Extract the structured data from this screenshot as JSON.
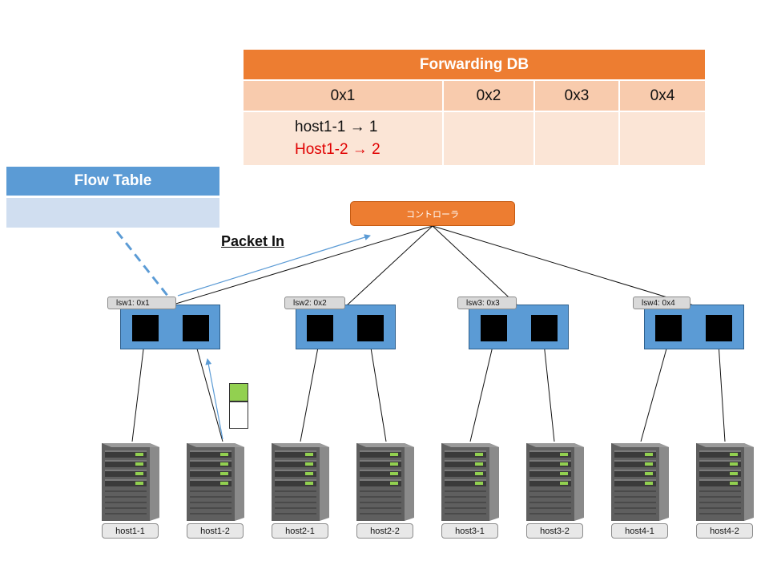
{
  "forwarding_db": {
    "title": "Forwarding DB",
    "columns": [
      "0x1",
      "0x2",
      "0x3",
      "0x4"
    ],
    "entries_0x1": [
      {
        "text": "host1-1 → 1",
        "color": "#111111"
      },
      {
        "text": "Host1-2 → 2",
        "color": "#E00000"
      }
    ]
  },
  "flow_table": {
    "title": "Flow Table"
  },
  "controller": {
    "label": "コントローラ"
  },
  "packet_in_label": "Packet In",
  "switches": [
    {
      "label": "lsw1: 0x1"
    },
    {
      "label": "lsw2: 0x2"
    },
    {
      "label": "lsw3: 0x3"
    },
    {
      "label": "lsw4: 0x4"
    }
  ],
  "hosts": [
    {
      "label": "host1-1"
    },
    {
      "label": "host1-2"
    },
    {
      "label": "host2-1"
    },
    {
      "label": "host2-2"
    },
    {
      "label": "host3-1"
    },
    {
      "label": "host3-2"
    },
    {
      "label": "host4-1"
    },
    {
      "label": "host4-2"
    }
  ],
  "colors": {
    "orange": "#ED7D31",
    "blue": "#5B9BD5",
    "arrow_blue": "#5B9BD5",
    "packet_green": "#92D050"
  }
}
